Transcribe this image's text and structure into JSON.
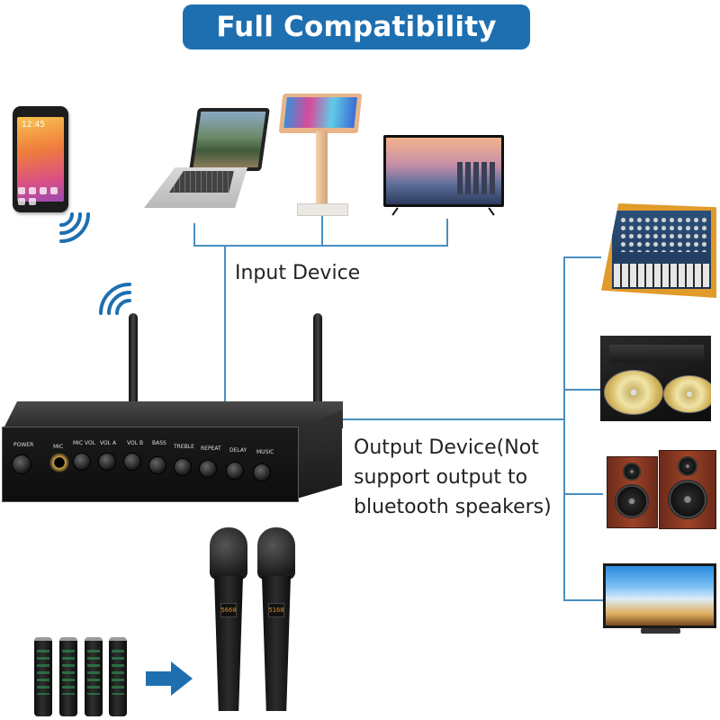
{
  "title": "Full Compatibility",
  "labels": {
    "input_device": "Input Device",
    "output_device": "Output Device(Not support output to bluetooth speakers)"
  },
  "receiver": {
    "power_label": "POWER",
    "mic_label": "MIC",
    "knobs": [
      {
        "label": "MIC VOL"
      },
      {
        "label": "VOL A"
      },
      {
        "label": "VOL B"
      },
      {
        "label": "BASS"
      },
      {
        "label": "TREBLE"
      },
      {
        "label": "REPEAT"
      },
      {
        "label": "DELAY"
      },
      {
        "label": "MUSIC"
      }
    ]
  },
  "mics": [
    {
      "display": "5660"
    },
    {
      "display": "5160"
    }
  ],
  "icons": {
    "wifi": "wifi-icon",
    "arrow": "arrow-right-icon"
  },
  "colors": {
    "banner": "#1e6fb0",
    "line": "#4a8ec0"
  }
}
